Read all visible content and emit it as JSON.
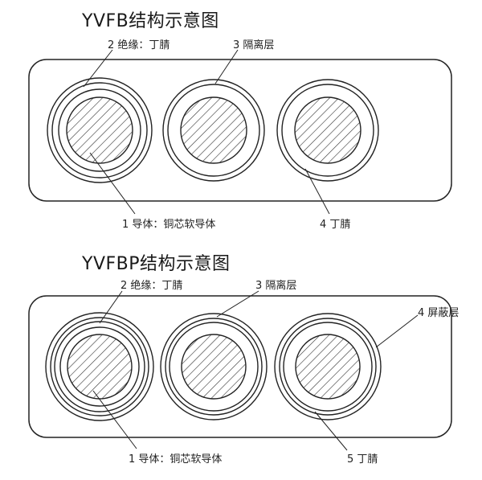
{
  "diagrams": [
    {
      "title": "YVFB结构示意图",
      "labels": {
        "insulation": "2 绝缘：丁腈",
        "isolation": "3 隔离层",
        "conductor": "1 导体：铜芯软导体",
        "sheath": "4 丁腈"
      }
    },
    {
      "title": "YVFBP结构示意图",
      "labels": {
        "insulation": "2 绝缘：丁腈",
        "isolation": "3 隔离层",
        "shield": "4 屏蔽层",
        "conductor": "1 导体：铜芯软导体",
        "sheath": "5 丁腈"
      }
    }
  ]
}
